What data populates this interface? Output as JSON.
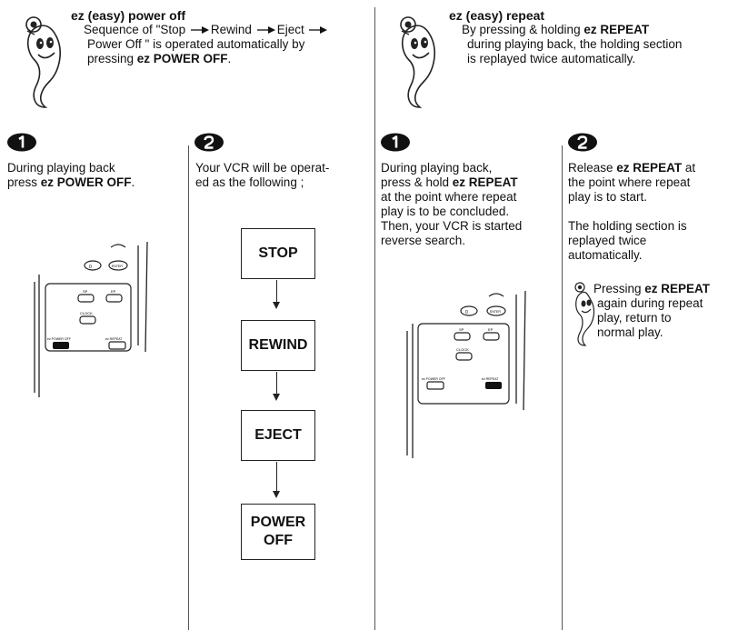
{
  "left_header": {
    "title": "ez (easy) power off",
    "line1_a": "Sequence of \"Stop",
    "line1_b": "Rewind",
    "line1_c": "Eject",
    "line2": "Power Off \" is operated automatically by",
    "line3_a": "pressing ",
    "line3_b": "ez POWER OFF",
    "line3_c": "."
  },
  "right_header": {
    "title": "ez (easy) repeat",
    "line1_a": "By pressing & holding ",
    "line1_b": "ez REPEAT",
    "line2": "during playing back, the holding section",
    "line3": "is replayed twice automatically."
  },
  "power_off": {
    "step1": {
      "line1": "During playing back",
      "line2_a": "press ",
      "line2_b": "ez POWER OFF",
      "line2_c": "."
    },
    "step2": {
      "line1": "Your VCR will be operat-",
      "line2": "ed as the following ;"
    },
    "flow": {
      "stop": "STOP",
      "rewind": "REWIND",
      "eject": "EJECT",
      "power": "POWER",
      "off": "OFF"
    }
  },
  "repeat": {
    "step1": {
      "line1": "During playing back,",
      "line2_a": "press & hold ",
      "line2_b": "ez REPEAT",
      "line3": "at the point where repeat",
      "line4": "play is to be concluded.",
      "line5": "Then, your VCR is started",
      "line6": "reverse search."
    },
    "step2": {
      "line1_a": "Release ",
      "line1_b": "ez REPEAT",
      "line1_c": " at",
      "line2": "the point where repeat",
      "line3": "play is to start.",
      "para2_line1": "The holding section is",
      "para2_line2": "replayed twice",
      "para2_line3": "automatically."
    },
    "note": {
      "line1_a": "Pressing ",
      "line1_b": "ez REPEAT",
      "line2": "again during repeat",
      "line3": "play, return to",
      "line4": "normal play."
    }
  },
  "remote_left": {
    "btn_0": "0",
    "btn_enter": "ENTER",
    "btn_sp": "SP",
    "btn_ep": "EP",
    "btn_clock": "CLOCK",
    "btn_power_off": "ez POWER OFF",
    "btn_repeat": "ez REPEAT"
  },
  "remote_right": {
    "btn_0": "0",
    "btn_enter": "ENTER",
    "btn_sp": "SP",
    "btn_ep": "EP",
    "btn_clock": "CLOCK",
    "btn_power_off": "ez POWER OFF",
    "btn_repeat": "ez REPEAT"
  },
  "colors": {
    "ink": "#111111",
    "rule": "#555555",
    "paper": "#ffffff"
  }
}
